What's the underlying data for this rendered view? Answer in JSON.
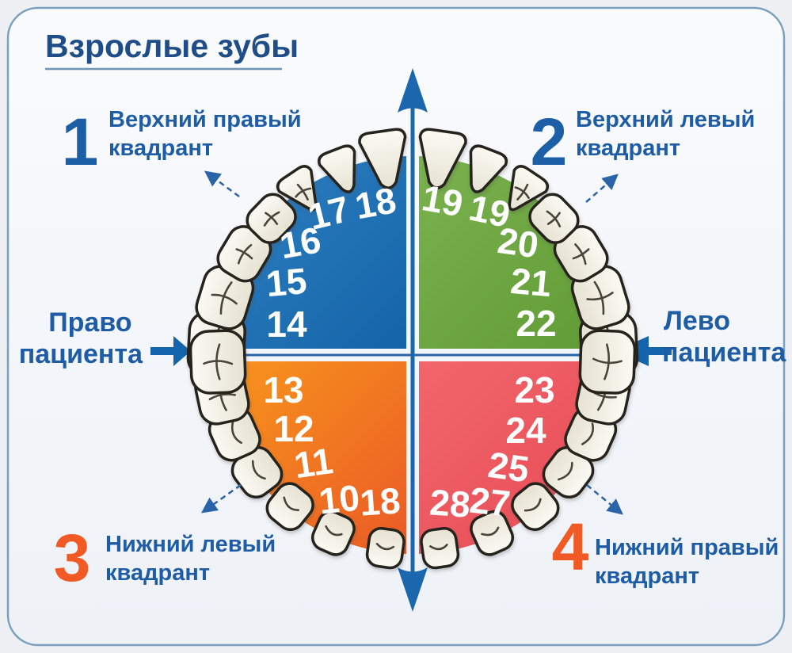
{
  "title": "Взрослые зубы",
  "quadrants": [
    {
      "num": "1",
      "label_line1": "Верхний правый",
      "label_line2": "квадрант"
    },
    {
      "num": "2",
      "label_line1": "Верхний левый",
      "label_line2": "квадрант"
    },
    {
      "num": "3",
      "label_line1": "Нижний левый",
      "label_line2": "квадрант"
    },
    {
      "num": "4",
      "label_line1": "Нижний правый",
      "label_line2": "квадрант"
    }
  ],
  "side_labels": {
    "patient_right_line1": "Право",
    "patient_right_line2": "пациента",
    "patient_left_line1": "Лево",
    "patient_left_line2": "пациента"
  },
  "tooth_numbers": {
    "q1": [
      "18",
      "17",
      "16",
      "15",
      "14"
    ],
    "q2": [
      "19",
      "19",
      "20",
      "21",
      "22"
    ],
    "q3": [
      "13",
      "12",
      "11",
      "10",
      "18"
    ],
    "q4": [
      "23",
      "24",
      "25",
      "28",
      "27"
    ]
  },
  "colors": {
    "quadrant1_blue": "#1e6db4",
    "quadrant2_green": "#6ba644",
    "quadrant3_orange": "#f58220",
    "quadrant4_red": "#ec555e",
    "accent_blue": "#1d5fa7",
    "accent_orange": "#f15a24",
    "axis_blue": "#1a67ae",
    "title_blue": "#1f4d87"
  }
}
